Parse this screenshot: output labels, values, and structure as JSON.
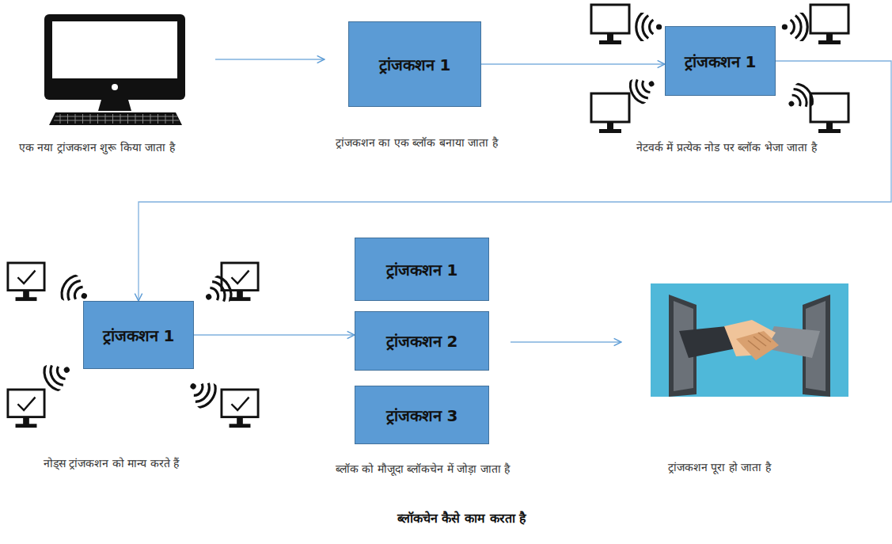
{
  "diagram": {
    "caption": "ब्लॉकचेन कैसे काम करता है",
    "nodes": [
      {
        "text": [
          "ट्रांजकशन 1"
        ]
      },
      {
        "text": [
          "ट्रांजकशन 1"
        ]
      },
      {
        "text": [
          "ट्रांजकशन 1"
        ]
      },
      {
        "text": [
          "ट्रांजकशन 1"
        ]
      },
      {
        "text": [
          "ट्रांजकशन 2"
        ]
      },
      {
        "text": [
          "ट्रांजकशन 3"
        ]
      }
    ],
    "edges": [
      {
        "from": 0,
        "to": 1,
        "arrow": "to"
      },
      {
        "from": 1,
        "to": 2,
        "arrow": "to"
      },
      {
        "from": 2,
        "to": 4,
        "arrow": "to"
      }
    ],
    "labels": [
      "एक नया ट्रांजकशन शुरू किया जाता है",
      "ट्रांजकशन का एक ब्लॉक बनाया जाता है",
      "नेटवर्क में प्रत्येक नोड पर ब्लॉक भेजा जाता है",
      "नोड्स ट्रांजकशन को मान्य करते हैं",
      "ब्लॉक को मौजूदा ब्लॉकचेन में जोड़ा जाता है",
      "ट्रांजकशन पूरा हो जाता है"
    ]
  }
}
